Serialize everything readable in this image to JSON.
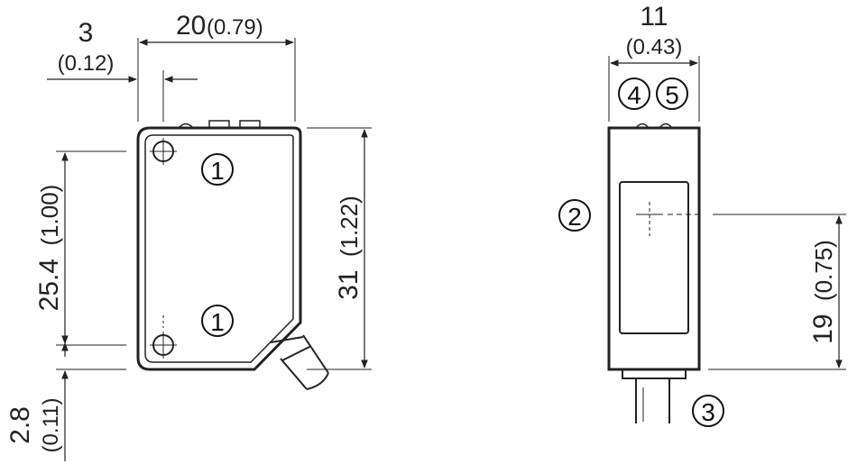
{
  "front_view": {
    "width_dim": {
      "value": "20",
      "inch": "(0.79)"
    },
    "offset_dim": {
      "value": "3",
      "inch": "(0.12)"
    },
    "hole_spacing_dim": {
      "value": "25.4",
      "inch": "(1.00)"
    },
    "height_dim": {
      "value": "31",
      "inch": "(1.22)"
    },
    "bottom_offset_dim": {
      "value": "2.8",
      "inch": "(0.11)"
    },
    "callouts": [
      "1",
      "1"
    ]
  },
  "side_view": {
    "width_dim": {
      "value": "11",
      "inch": "(0.43)"
    },
    "optical_axis_dim": {
      "value": "19",
      "inch": "(0.75)"
    },
    "callouts": [
      "2",
      "3",
      "4",
      "5"
    ]
  }
}
